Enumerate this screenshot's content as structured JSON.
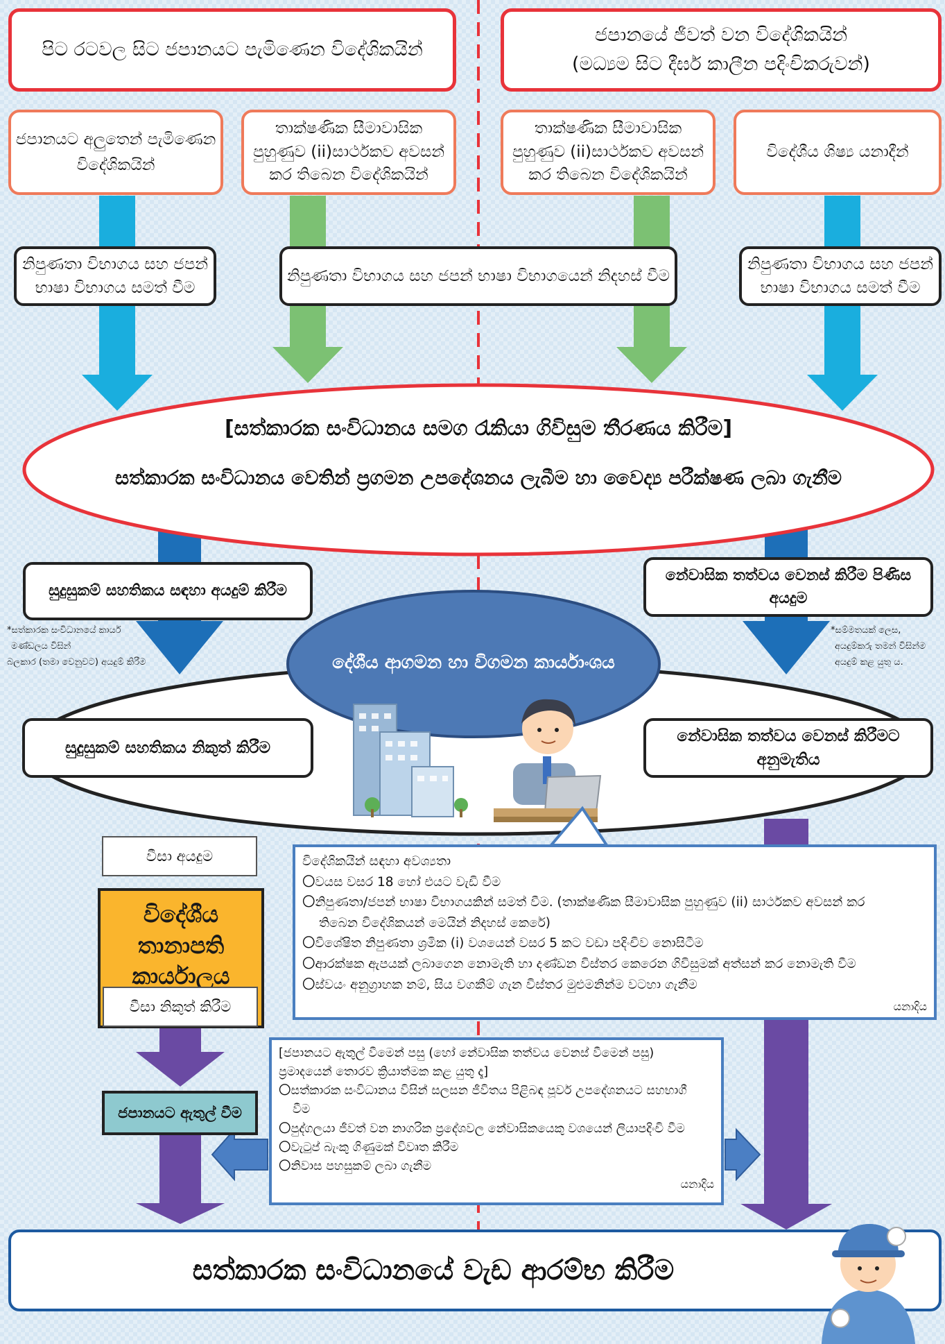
{
  "top_left": "පිට රටවල සිට ජපානයට පැමිණෙන විදේශිකයින්",
  "top_right": [
    "ජපානයේ ජීවත් වන විදේශිකයින්",
    "(මධ්‍යම සිට දීර්ඝ කාලීන පදිංචිකරුවන්)"
  ],
  "sub": {
    "new_arrivals": [
      "ජපානයට අලුතෙන් පැමිණෙන",
      "විදේශිකයින්"
    ],
    "tit_left": [
      "තාක්ෂණික සීමාවාසික",
      "පුහුණුව (ii)සාර්ථකව අවසන්",
      "කර තිබෙන විදේශිකයින්"
    ],
    "tit_right": [
      "තාක්ෂණික සීමාවාසික",
      "පුහුණුව (ii)සාර්ථකව අවසන්",
      "කර තිබෙන විදේශිකයින්"
    ],
    "students": "විදේශීය ශිෂ්‍ය යනාදීන්"
  },
  "exam": {
    "left": [
      "නිපුණතා විභාගය සහ ජපන්",
      "භාෂා විභාගය සමත් වීම"
    ],
    "middle": "නිපුණතා විභාගය සහ ජපන් භාෂා විභාගයෙන් නිදහස් වීම",
    "right": [
      "නිපුණතා විභාගය සහ ජපන්",
      "භාෂා විභාගය සමත් වීම"
    ]
  },
  "oval": {
    "line1": "[සත්කාරක සංවිධානය සමග රැකියා ගිවිසුම තීරණය කිරීම]",
    "line2": "සත්කාරක සංවිධානය වෙතින් ප්‍රගමන උපදේශනය ලැබීම හා වෛද්‍ය පරීක්ෂණ ලබා ගැනීම"
  },
  "coe_apply": "සුදුසුකම් සහතිකය සඳහා අයදුම් කිරීම",
  "status_apply": [
    "නේවාසික තත්වය වෙනස් කිරීම පිණිස",
    "අයදුම"
  ],
  "note_left": [
    "*සත්කාරක සංවිධානයේ කාර්ය",
    "මණ්ඩලය විසින්",
    "බලකාර (තමා වෙනුවට) අයදුම් කිරීම"
  ],
  "note_right": [
    "*සම්මතයක් ලෙස,",
    "අයදුම්කරු තමන් විසින්ම",
    "අයදුම් කළ යුතු ය."
  ],
  "immigration": "දේශීය ආගමන හා විගමන කාර්යාංශය",
  "coe_issue": "සුදුසුකම් සහතිකය නිකුත් කිරීම",
  "status_permit": [
    "නේවාසික තත්වය වෙනස් කිරීමට",
    "අනුමැතිය"
  ],
  "visa_apply": "වීසා අයදුම",
  "embassy": [
    "විදේශීය",
    "තානාපති",
    "කාර්යාලය"
  ],
  "visa_issue": "වීසා නිකුත් කිරීම",
  "entry": "ජපානයට ඇතුල් වීම",
  "requirements": {
    "title": "විදේශිකයින් සඳහා අවශ්‍යතා",
    "items": [
      "〇වයස වසර 18 හෝ එයට වැඩි වීම",
      "〇නිපුණතා/ජපන් භාෂා විභාගයකින් සමත් වීම. (තාක්ෂණික සීමාවාසික පුහුණුව (ii) සාර්ථකව අවසන් කර",
      "   තිබෙන විදේශිකයන් මෙයින් නිදහස් කෙරේ)",
      "〇විශේෂිත නිපුණතා ශ්‍රමික (i) වශයෙන් වසර 5 කට වඩා පදිංචිව නොසිටීම",
      "〇ආරක්ෂක ඇපයක් ලබාගෙන නොමැති හා දණ්ඩන විස්තර කෙරෙන ගිවිසුමක් අත්සන් කර නොමැති වීම",
      "〇ස්වයං අනුග්‍රාහක නම්, සිය වගකීම් ගැන විස්තර මුළුමනින්ම වටහා ගැනීම"
    ],
    "etc": "යනාදිය"
  },
  "after_entry": {
    "title": [
      "[ජපානයට ඇතුල් වීමෙන් පසු (හෝ නේවාසික තත්වය වෙනස් වීමෙන් පසු)",
      "ප්‍රමාදයෙන් තොරව ක්‍රියාත්මක කළ යුතු දෑ]"
    ],
    "items": [
      "〇සත්කාරක සංවිධානය විසින් සලසන ජීවිතය පිළිබඳ පූර්ව උපදේශනයට සහභාගී",
      "   වීම",
      "〇පුද්ගලයා ජීවත් වන නාගරික ප්‍රදේශවල නේවාසිකයෙකු වශයෙන් ලියාපදිංචි වීම",
      "〇වැටුප් බැංකු ගිණුමක් විවෘත කිරීම",
      "〇නිවාස පහසුකම් ලබා ගැනීම"
    ],
    "etc": "යනාදිය"
  },
  "start_work": "සත්කාරක සංවිධානයේ වැඩ ආරම්භ කිරීම",
  "colors": {
    "red": "#e8333a",
    "orange": "#ef7a5a",
    "cyan": "#1aaede",
    "green": "#7cc173",
    "blue": "#1d6fb8",
    "purple": "#6a4aa3",
    "embassy": "#fab52d",
    "teal": "#8ec9cf",
    "ellipse_blue": "#4d79b5"
  }
}
